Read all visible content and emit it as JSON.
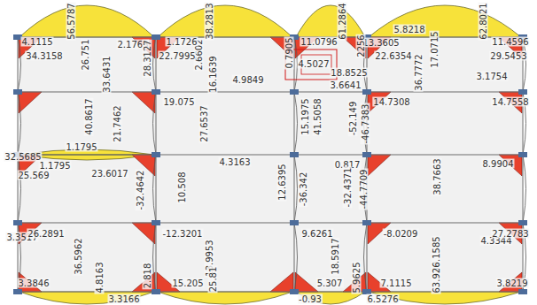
{
  "diagram": {
    "labels": [
      "56.5787",
      "2.1763",
      "4.1115",
      "26.751",
      "38.2813",
      "2.6602",
      "1.1726",
      "61.2864",
      "5.8218",
      "13.3605",
      "62.8021",
      "17.0715",
      "11.4596",
      "34.3158",
      "28.3127",
      "22.7995",
      "0.7905",
      "11.0796",
      "4.5027",
      "22.6354",
      "29.5453",
      "2256",
      "18.8525",
      "3.6641",
      "16.1639",
      "4.9849",
      "3.1754",
      "36.7772",
      "33.6431",
      "15.1975",
      "41.5058",
      "19.075",
      "21.7462",
      "1.1795",
      "32.5685",
      "1.1795",
      "25.569",
      "23.6017",
      "40.8617",
      "27.6537",
      "4.3163",
      "10.508",
      "12.6395",
      "0.817",
      "-52.149",
      "-46.7383",
      "14.7308",
      "38.7663",
      "8.9904",
      "14.7558",
      "3.3517",
      "-32.4642",
      "-36.342",
      "-32.4371",
      "-44.7709",
      "4.3344",
      "26.2891",
      "36.5962",
      "-12.3201",
      "13.9953",
      "9.6261",
      "18.5917",
      "-8.0209",
      "30.1585",
      "27.2783",
      "3.3846",
      "4.8163",
      "3.3166",
      "2.818",
      "15.205",
      "25.81",
      "5.307",
      "-0.93",
      "5.9625",
      "6.5276",
      "7.1115",
      "63.926",
      "3.8219"
    ]
  }
}
